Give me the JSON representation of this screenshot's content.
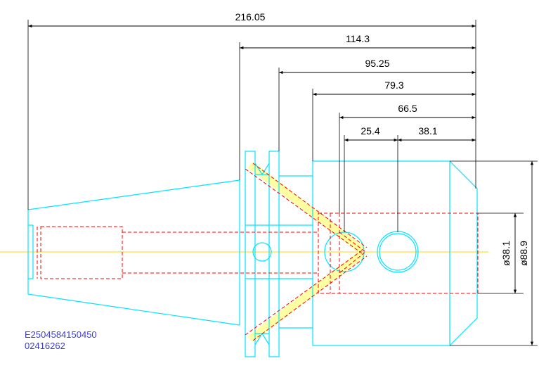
{
  "dimensions": {
    "overall_length": "216.05",
    "taper_flange": "114.3",
    "flange_face": "95.25",
    "body_length": "79.3",
    "bore_depth": "66.5",
    "cross_hole_1": "25.4",
    "cross_hole_2": "38.1",
    "bore_diameter": "ø38.1",
    "body_diameter": "ø88.9"
  },
  "part_number": {
    "line1": "E2504584150450",
    "line2": "02416262"
  },
  "colors": {
    "outline": "#00e5ff",
    "hidden": "#ff0000",
    "centerline": "#ffd700",
    "dimension": "#000000",
    "coolant_fill": "#ffff99",
    "label": "#3a3adf"
  }
}
